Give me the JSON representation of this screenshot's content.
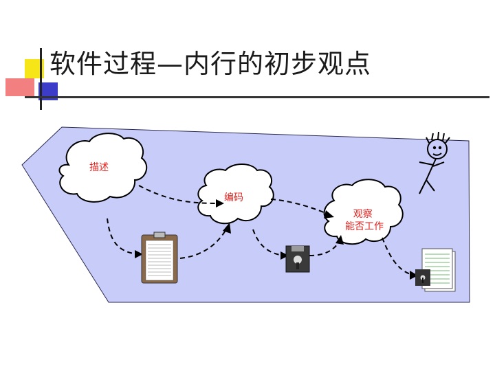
{
  "slide": {
    "title": "软件过程—内行的初步观点"
  },
  "diagram": {
    "clouds": [
      {
        "id": "describe",
        "label": "描述"
      },
      {
        "id": "code",
        "label": "编码"
      },
      {
        "id": "observe",
        "label_lines": [
          "观察",
          "能否工作"
        ]
      }
    ],
    "colors": {
      "background_panel": "#c8ccf8",
      "label_text": "#e0201c",
      "accent_yellow": "#f7e617",
      "accent_red": "#f05a5a",
      "accent_blue": "#3c3cc8"
    }
  }
}
